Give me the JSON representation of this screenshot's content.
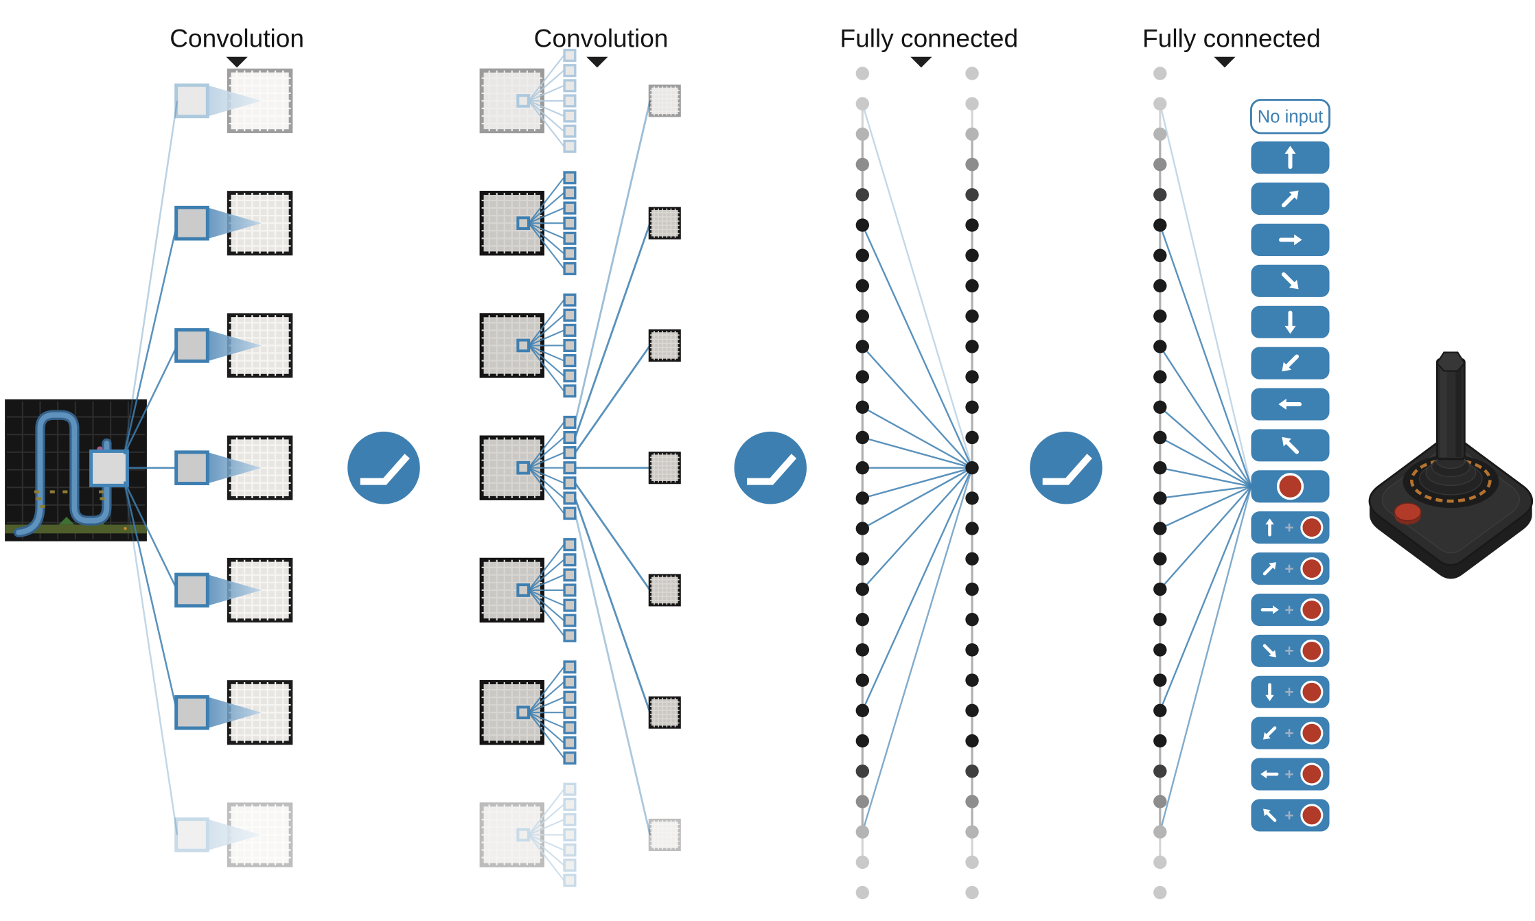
{
  "figure": {
    "title": "deep-q-network-architecture",
    "layers": {
      "conv1_label": "Convolution",
      "conv2_label": "Convolution",
      "fc1_label": "Fully connected",
      "fc2_label": "Fully connected"
    },
    "actions": {
      "no_input_label": "No input",
      "plus_sign": "+",
      "buttons": [
        {
          "type": "none",
          "label": "No input"
        },
        {
          "type": "move",
          "direction": "up"
        },
        {
          "type": "move",
          "direction": "up-right"
        },
        {
          "type": "move",
          "direction": "right"
        },
        {
          "type": "move",
          "direction": "down-right"
        },
        {
          "type": "move",
          "direction": "down"
        },
        {
          "type": "move",
          "direction": "down-left"
        },
        {
          "type": "move",
          "direction": "left"
        },
        {
          "type": "move",
          "direction": "up-left"
        },
        {
          "type": "fire"
        },
        {
          "type": "move-fire",
          "direction": "up"
        },
        {
          "type": "move-fire",
          "direction": "up-right"
        },
        {
          "type": "move-fire",
          "direction": "right"
        },
        {
          "type": "move-fire",
          "direction": "down-right"
        },
        {
          "type": "move-fire",
          "direction": "down"
        },
        {
          "type": "move-fire",
          "direction": "down-left"
        },
        {
          "type": "move-fire",
          "direction": "left"
        },
        {
          "type": "move-fire",
          "direction": "up-left"
        }
      ]
    },
    "colors": {
      "accent_blue": "#3e7fb1",
      "fire_red": "#b23a28",
      "dot_black": "#1b1b1b",
      "dot_light": "#c9c9c9",
      "label_text": "#141414",
      "no_input_bg": "#ffffff",
      "plus_gray": "#9fb0c4",
      "joystick_body": "#2c2c2c",
      "joystick_ring": "#b5732f"
    },
    "network": {
      "conv_rows": 7,
      "filters_per_stack": 7,
      "fc_dots_per_column": 28,
      "fc1_columns": 2,
      "fc2_columns": 1,
      "faded_row_indices": [
        0,
        6
      ],
      "fc_line_source_dot_indices": [
        1,
        5,
        9,
        11,
        12,
        13,
        14,
        15,
        17,
        21,
        25
      ],
      "fc_convergence_dot_index": 13
    },
    "icons": {
      "relu": "relu-activation-icon",
      "joystick": "atari-joystick-illustration",
      "triangle": "arrow-down-icon"
    }
  }
}
